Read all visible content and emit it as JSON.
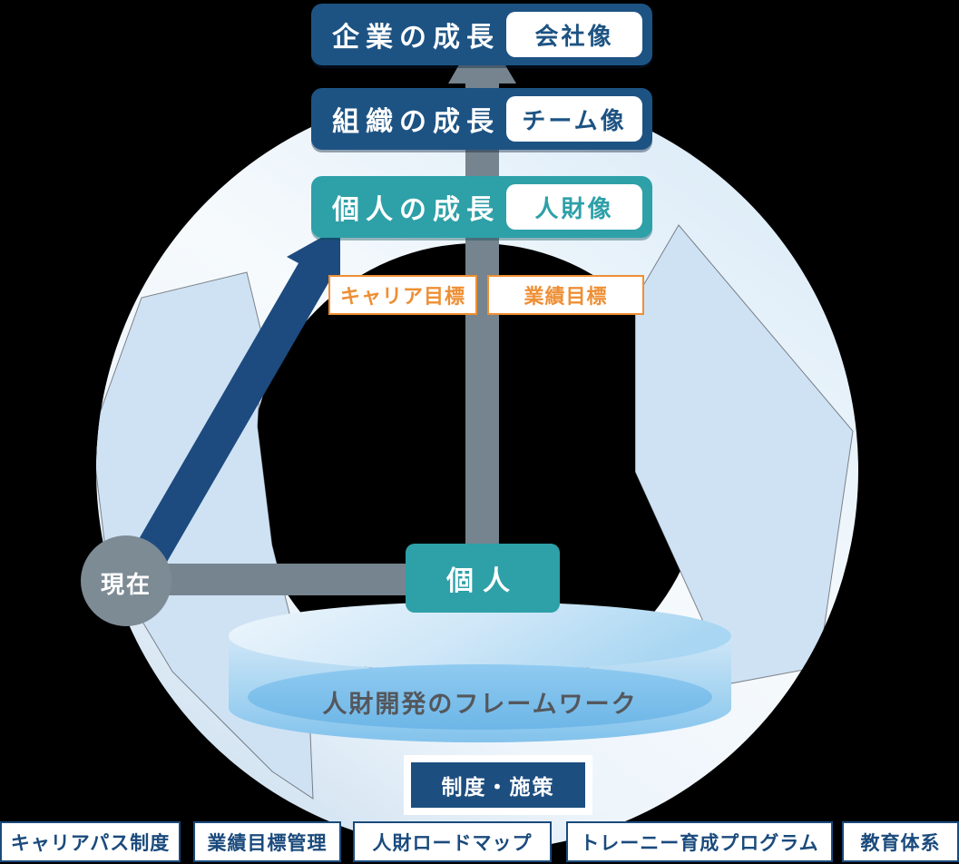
{
  "levels": [
    {
      "label": "企業の成長",
      "badge": "会社像"
    },
    {
      "label": "組織の成長",
      "badge": "チーム像"
    },
    {
      "label": "個人の成長",
      "badge": "人財像"
    }
  ],
  "goals": {
    "career": "キャリア目標",
    "performance": "業績目標"
  },
  "nodes": {
    "present": "現在",
    "individual": "個人"
  },
  "platform": {
    "label": "人財開発のフレームワーク"
  },
  "measures": {
    "label": "制度・施策"
  },
  "bottom_row": {
    "items": [
      "キャリアパス制度",
      "業績目標管理",
      "人財ロードマップ",
      "トレーニー育成プログラム",
      "教育体系"
    ]
  },
  "colors": {
    "navy_box": "#1d5383",
    "teal_box": "#2ea0a8",
    "orange": "#ee8f35",
    "arrow_navy": "#1d4b7f",
    "arrow_gray": "#75848e",
    "node_gray": "#7d8b95",
    "ring_blue": "#d9eaf7",
    "swoosh_blue": "#cfe2f4",
    "cylinder_blue": "#7dc0ec",
    "program_navy": "#1a4a7c"
  }
}
